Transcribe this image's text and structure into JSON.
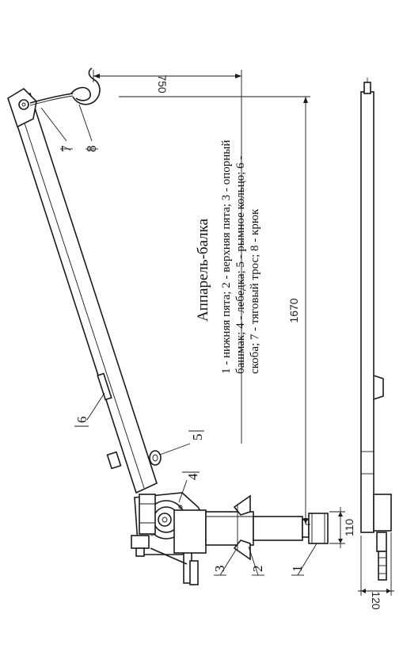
{
  "title": "Аппарель-балка",
  "legend_lines": [
    "1 - нижняя пята; 2 - верхняя пята; 3 - опорный",
    "башмак; 4 - лебедка; 5 - рымное кольцо; 6 -",
    "скоба; 7 - тяговый трос; 8 - крюк"
  ],
  "dimensions": {
    "top": "750",
    "length": "1670",
    "foot_height": "110",
    "side_width": "120"
  },
  "callouts": [
    "1",
    "2",
    "3",
    "4",
    "5",
    "6",
    "7",
    "8"
  ],
  "parts": {
    "1": "нижняя пята",
    "2": "верхняя пята",
    "3": "опорный башмак",
    "4": "лебедка",
    "5": "рымное кольцо",
    "6": "скоба",
    "7": "тяговый трос",
    "8": "крюк"
  }
}
